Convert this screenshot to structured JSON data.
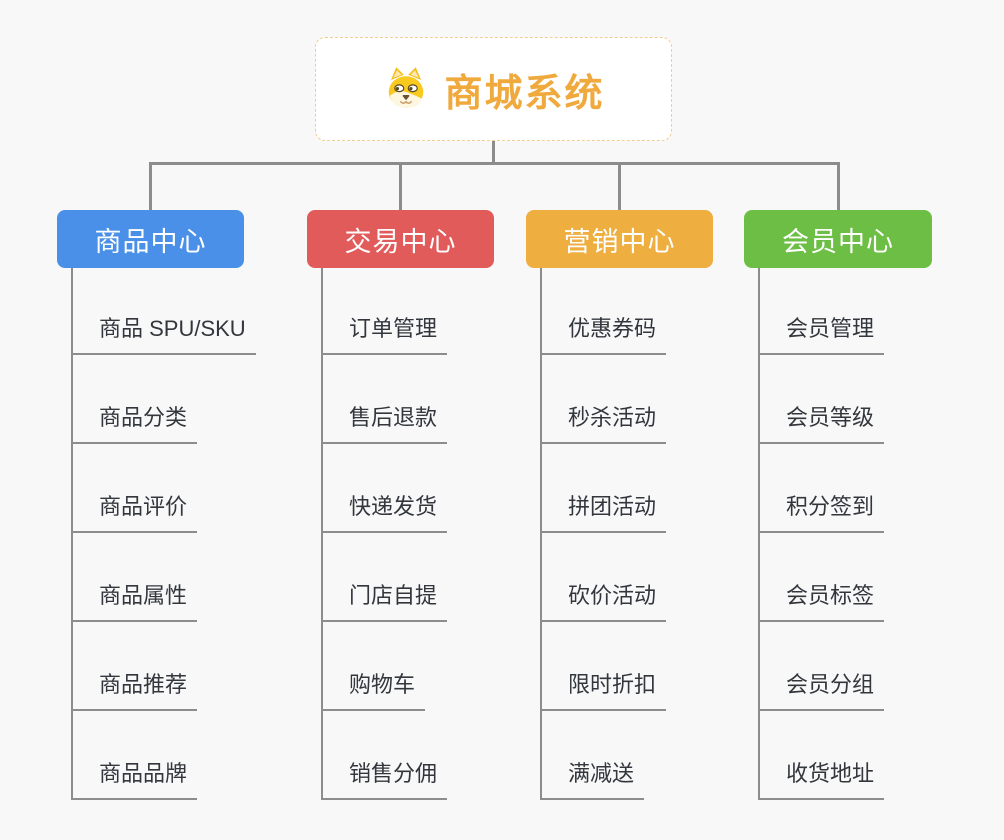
{
  "root": {
    "title": "商城系统",
    "icon": "dog-face-icon",
    "title_color": "#efa93d",
    "card_bg": "#ffffff",
    "border_color": "#f0cd92"
  },
  "canvas_bg": "#f8f8f8",
  "connector_color": "#8c8c8c",
  "leaf_text_color": "#33373d",
  "branches": [
    {
      "label": "商品中心",
      "color": "#4a90e8",
      "children": [
        "商品 SPU/SKU",
        "商品分类",
        "商品评价",
        "商品属性",
        "商品推荐",
        "商品品牌"
      ]
    },
    {
      "label": "交易中心",
      "color": "#e25b5b",
      "children": [
        "订单管理",
        "售后退款",
        "快递发货",
        "门店自提",
        "购物车",
        "销售分佣"
      ]
    },
    {
      "label": "营销中心",
      "color": "#eeae40",
      "children": [
        "优惠券码",
        "秒杀活动",
        "拼团活动",
        "砍价活动",
        "限时折扣",
        "满减送"
      ]
    },
    {
      "label": "会员中心",
      "color": "#6dbe45",
      "children": [
        "会员管理",
        "会员等级",
        "积分签到",
        "会员标签",
        "会员分组",
        "收货地址"
      ]
    }
  ]
}
